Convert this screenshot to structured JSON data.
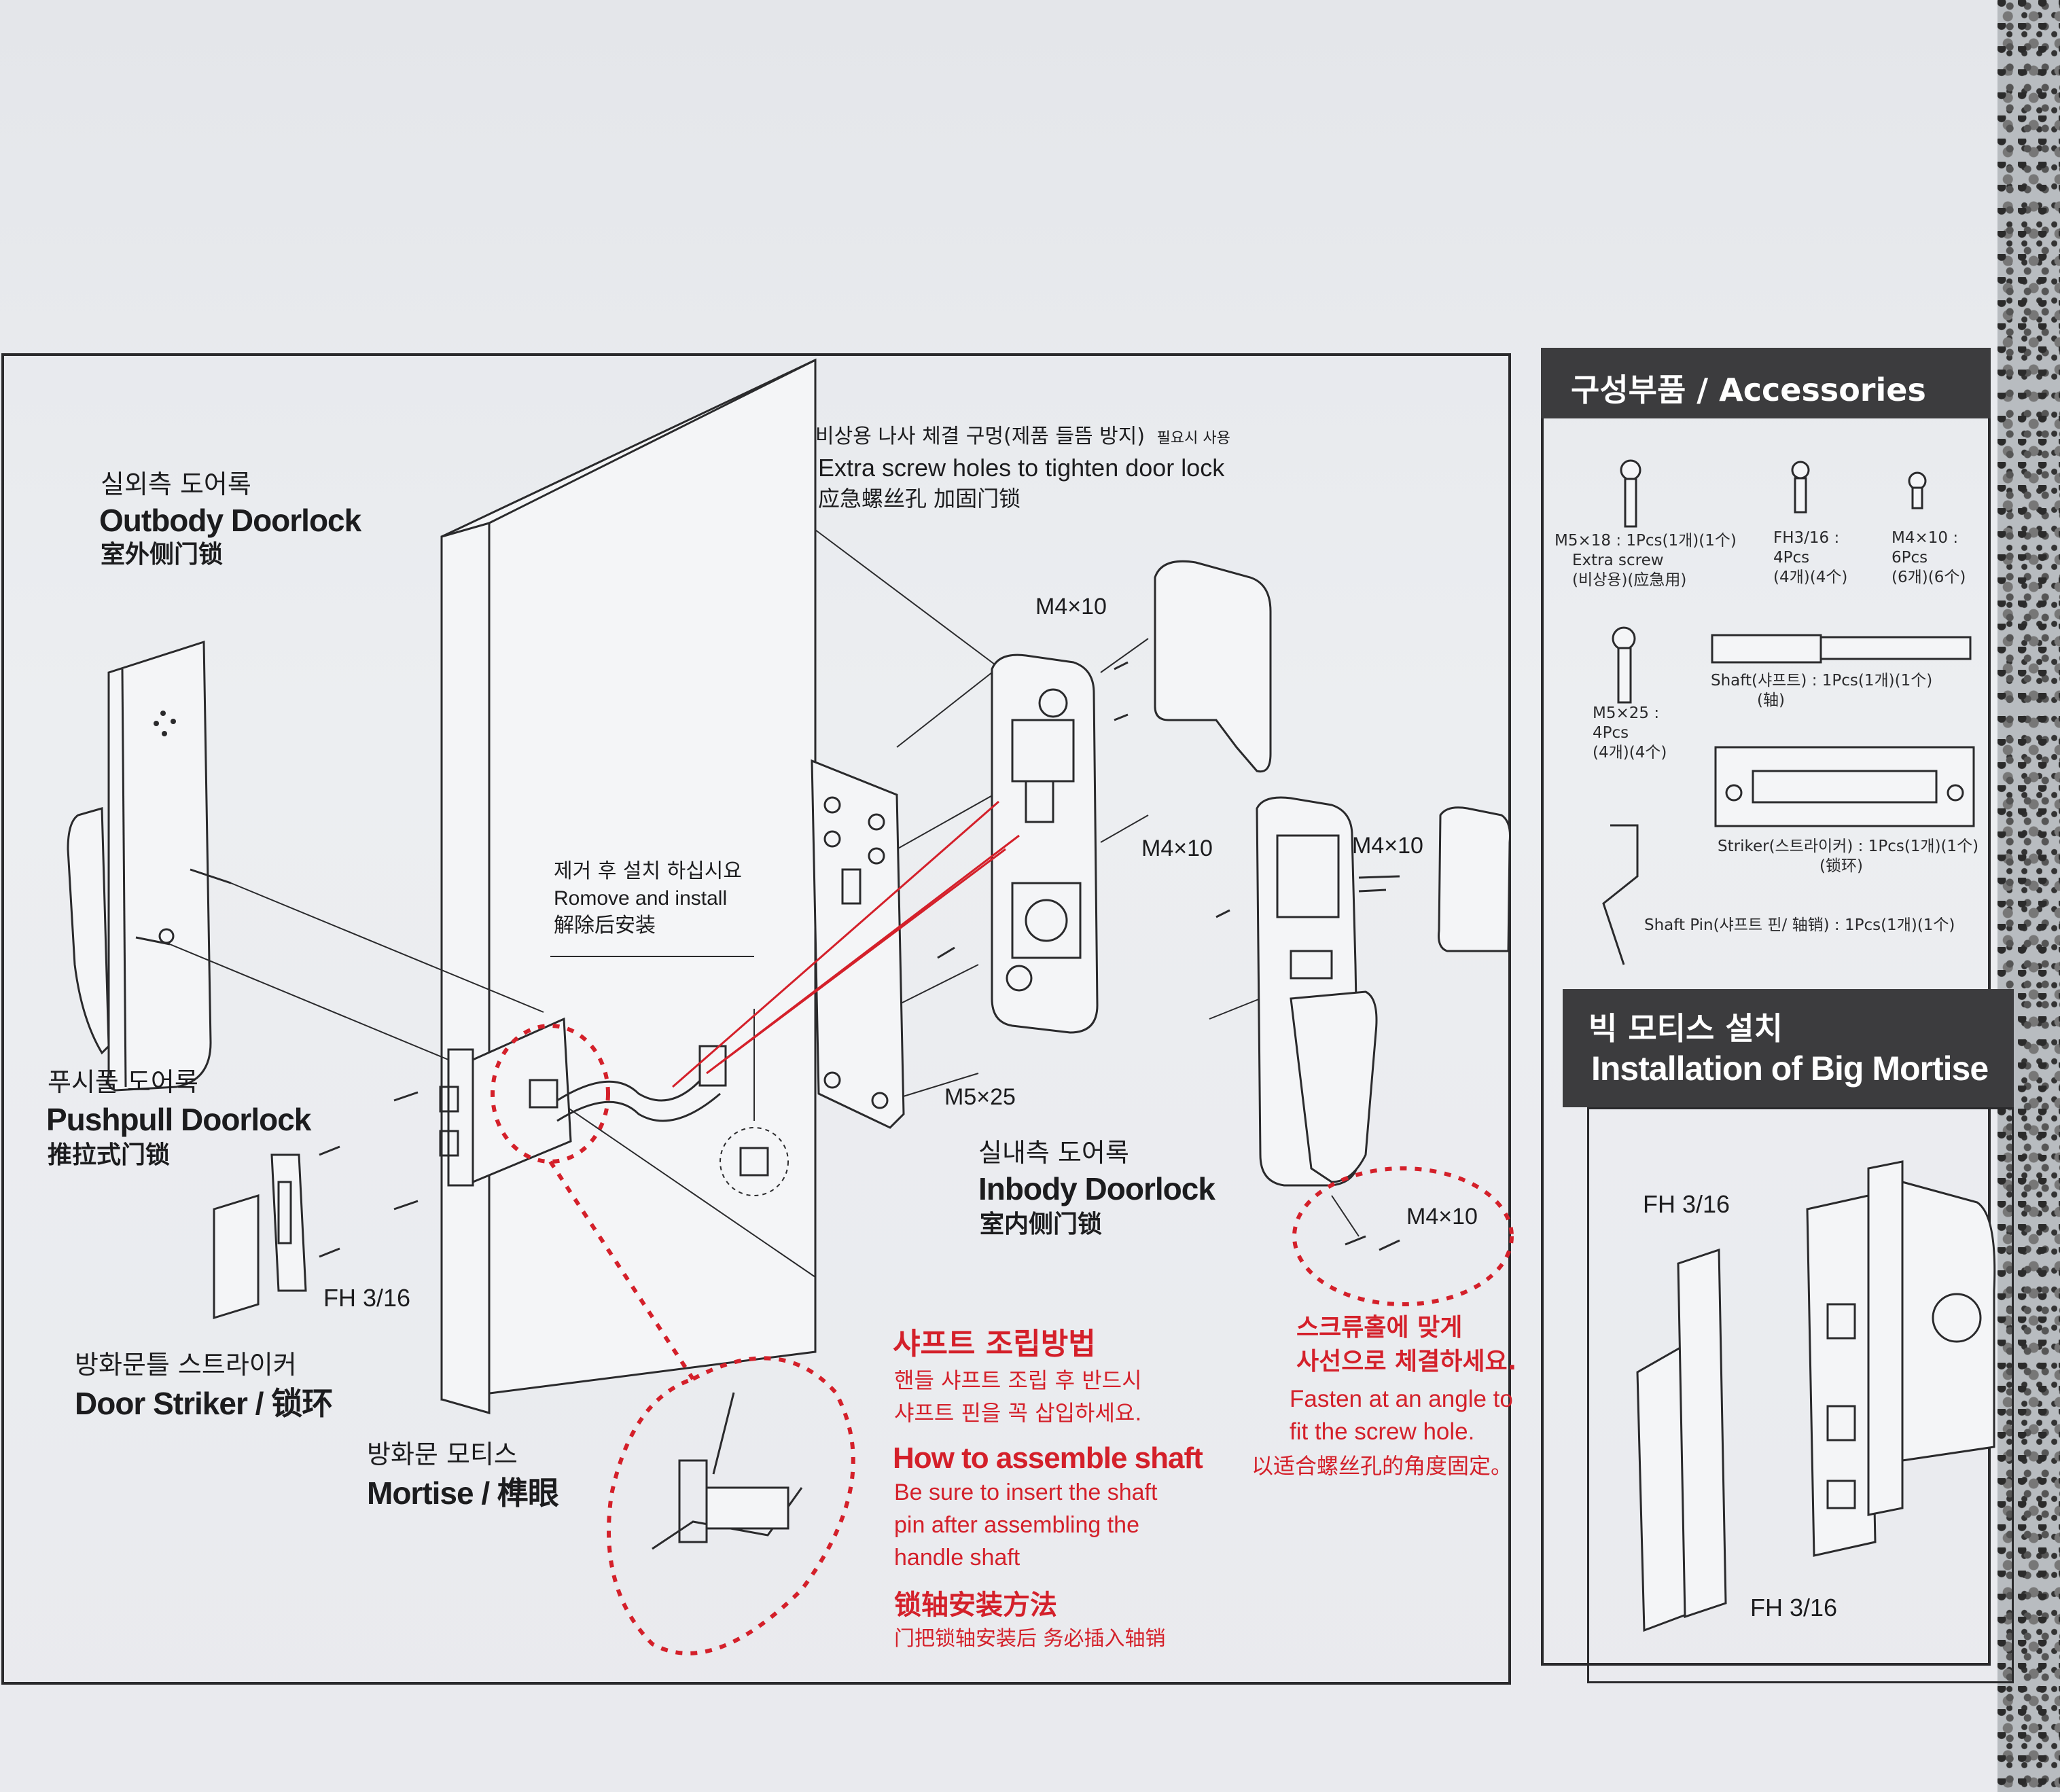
{
  "main": {
    "outbody": {
      "ko": "실외측 도어록",
      "en": "Outbody Doorlock",
      "zh": "室外侧门锁"
    },
    "pushpull": {
      "ko": "푸시풀 도어록",
      "en": "Pushpull  Doorlock",
      "zh": "推拉式门锁"
    },
    "striker": {
      "ko": "방화문틀 스트라이커",
      "en": "Door Striker / 锁环"
    },
    "mortise": {
      "ko": "방화문 모티스",
      "en": "Mortise / 榫眼"
    },
    "extra_screw": {
      "ko": "비상용 나사 체결 구멍(제품 들뜸 방지)",
      "ko_small": "필요시 사용",
      "en": "Extra screw holes to tighten door lock",
      "zh": "应急螺丝孔 加固门锁"
    },
    "remove": {
      "ko": "제거 후 설치 하십시요",
      "en": "Romove and install",
      "zh": "解除后安装"
    },
    "inbody": {
      "ko": "실내측 도어록",
      "en": "Inbody Doorlock",
      "zh": "室内侧门锁"
    },
    "screws": {
      "top": "M4×10",
      "mid": "M4×10",
      "right": "M4×10",
      "bottom": "M4×10",
      "m5": "M5×25",
      "fh": "FH 3/16"
    },
    "shaft_note": {
      "ko_title": "샤프트 조립방법",
      "ko_line1": "핸들 샤프트 조립 후 반드시",
      "ko_line2": "샤프트 핀을 꼭 삽입하세요.",
      "en_title": "How to assemble shaft",
      "en_line1": "Be sure to insert the shaft",
      "en_line2": "pin after assembling the",
      "en_line3": "handle shaft",
      "zh_title": "锁轴安装方法",
      "zh_line": "门把锁轴安装后 务必插入轴销"
    },
    "angle_note": {
      "ko_line1": "스크류홀에 맞게",
      "ko_line2": "사선으로 체결하세요.",
      "en_line1": "Fasten at an angle to",
      "en_line2": "fit the screw hole.",
      "zh_line": "以适合螺丝孔的角度固定。"
    }
  },
  "accessories": {
    "title": "구성부품 / Accessories",
    "items": {
      "m5x18": {
        "line1": "M5×18 : 1Pcs(1개)(1个)",
        "line2": "Extra screw",
        "line3": "(비상용)(应急用)"
      },
      "fh316": {
        "line1": "FH3/16 :",
        "line2": "4Pcs",
        "line3": "(4개)(4个)"
      },
      "m4x10": {
        "line1": "M4×10 :",
        "line2": "6Pcs",
        "line3": "(6개)(6个)"
      },
      "m5x25": {
        "line1": "M5×25 :",
        "line2": "4Pcs",
        "line3": "(4개)(4个)"
      },
      "shaft": {
        "line1": "Shaft(샤프트) : 1Pcs(1개)(1个)",
        "line2": "(轴)"
      },
      "striker": {
        "line1": "Striker(스트라이커) : 1Pcs(1개)(1个)",
        "line2": "(锁环)"
      },
      "shaft_pin": {
        "line1": "Shaft Pin(샤프트 핀/ 轴销) : 1Pcs(1개)(1个)"
      }
    }
  },
  "big_mortise": {
    "title_ko": "빅 모티스 설치",
    "title_en": "Installation of Big Mortise",
    "fh_top": "FH 3/16",
    "fh_bottom": "FH 3/16"
  },
  "colors": {
    "red": "#d4202a",
    "header": "#3c3c3e",
    "line": "#2a2a2c"
  }
}
